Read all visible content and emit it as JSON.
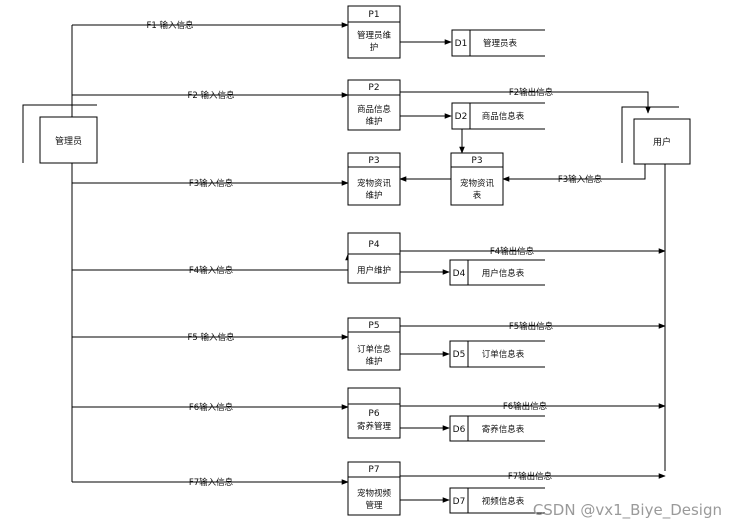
{
  "externals": {
    "admin": "管理员",
    "user": "用户"
  },
  "processes": [
    {
      "id": "P1",
      "name": [
        "管理员维",
        "护"
      ]
    },
    {
      "id": "P2",
      "name": [
        "商品信息",
        "维护"
      ]
    },
    {
      "id": "P3",
      "name": [
        "宠物资讯",
        "维护"
      ]
    },
    {
      "id": "P4",
      "name": [
        "用户维护"
      ]
    },
    {
      "id": "P5",
      "name": [
        "订单信息",
        "维护"
      ]
    },
    {
      "id": "P6",
      "name": [
        "寄养管理"
      ]
    },
    {
      "id": "P7",
      "name": [
        "宠物视频",
        "管理"
      ]
    }
  ],
  "stores": [
    {
      "id": "D1",
      "name": "管理员表"
    },
    {
      "id": "D2",
      "name": "商品信息表"
    },
    {
      "id": "D4",
      "name": "用户信息表"
    },
    {
      "id": "D5",
      "name": "订单信息表"
    },
    {
      "id": "D6",
      "name": "寄养信息表"
    },
    {
      "id": "D7",
      "name": "视频信息表"
    }
  ],
  "p3_store": {
    "id": "P3",
    "name": [
      "宠物资讯",
      "表"
    ]
  },
  "flows": {
    "in": [
      "F1 输入信息",
      "F2 输入信息",
      "F3输入信息",
      "F4输入信息",
      "F5 输入信息",
      "F6输入信息",
      "F7输入信息"
    ],
    "out": {
      "f2": "F2输出信息",
      "f3in": "F3输入信息",
      "f4": "F4输出信息",
      "f5": "F5输出信息",
      "f6": "F6输出信息",
      "f7": "F7输出信息"
    }
  },
  "watermark": "CSDN @vx1_Biye_Design"
}
